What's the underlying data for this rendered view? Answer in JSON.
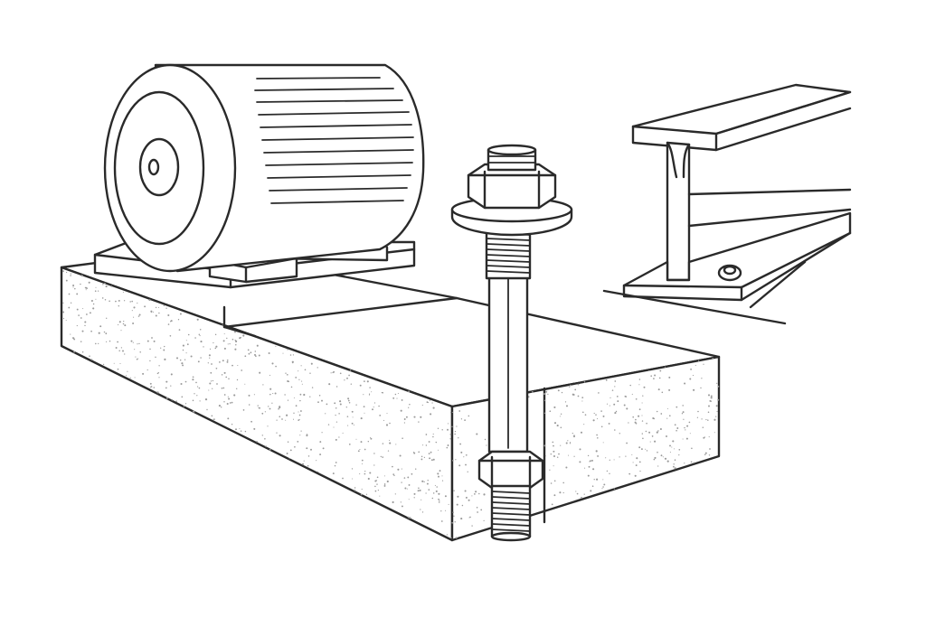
{
  "scene": {
    "components": [
      {
        "id": "electric-motor",
        "icon": "motor-icon"
      },
      {
        "id": "motor-mounting-base",
        "icon": "baseplate-icon"
      },
      {
        "id": "concrete-foundation",
        "icon": "concrete-block-icon"
      },
      {
        "id": "anchor-bolt",
        "icon": "threaded-bolt-icon"
      },
      {
        "id": "steel-i-beam",
        "icon": "i-beam-icon"
      }
    ]
  },
  "colors": {
    "line": "#2a2a2a",
    "fill": "#ffffff",
    "texture": "#9a9a9a"
  }
}
